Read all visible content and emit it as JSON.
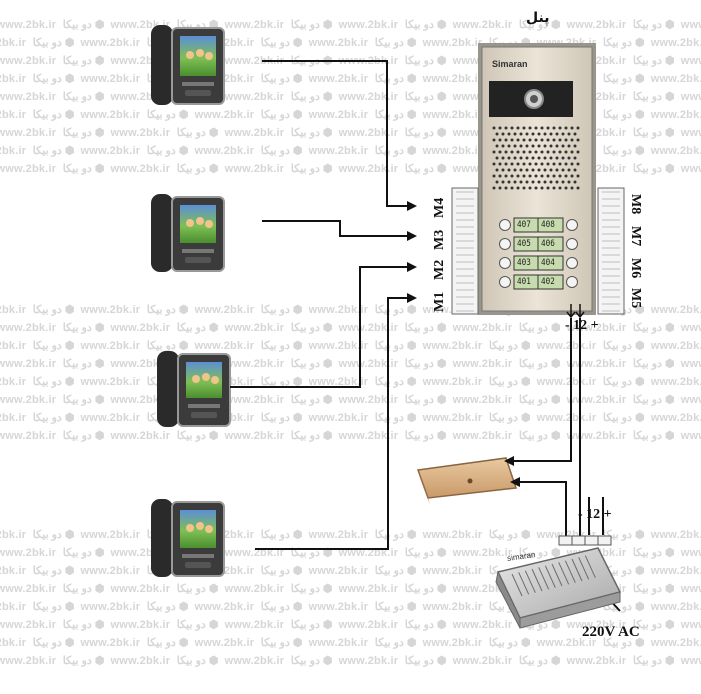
{
  "panel": {
    "title": "پنل",
    "brand": "Simaran",
    "left_labels": [
      "M4",
      "M3",
      "M2",
      "M1"
    ],
    "right_labels": [
      "M8",
      "M7",
      "M6",
      "M5"
    ],
    "buttons": [
      [
        "407",
        "408"
      ],
      [
        "405",
        "406"
      ],
      [
        "403",
        "404"
      ],
      [
        "401",
        "402"
      ]
    ],
    "terminal_label": "- 12 +"
  },
  "power": {
    "dc_label": "- 12 +",
    "ac_label": "220V AC",
    "brand": "simaran"
  },
  "watermark": {
    "text": "www.2bk.ir",
    "logo_text": "دو بیکا"
  },
  "colors": {
    "wire": "#111111",
    "panel_face": "#e0d7c8",
    "lock_body": "#d9b58a",
    "monitor_screen": "#5ca33f"
  }
}
